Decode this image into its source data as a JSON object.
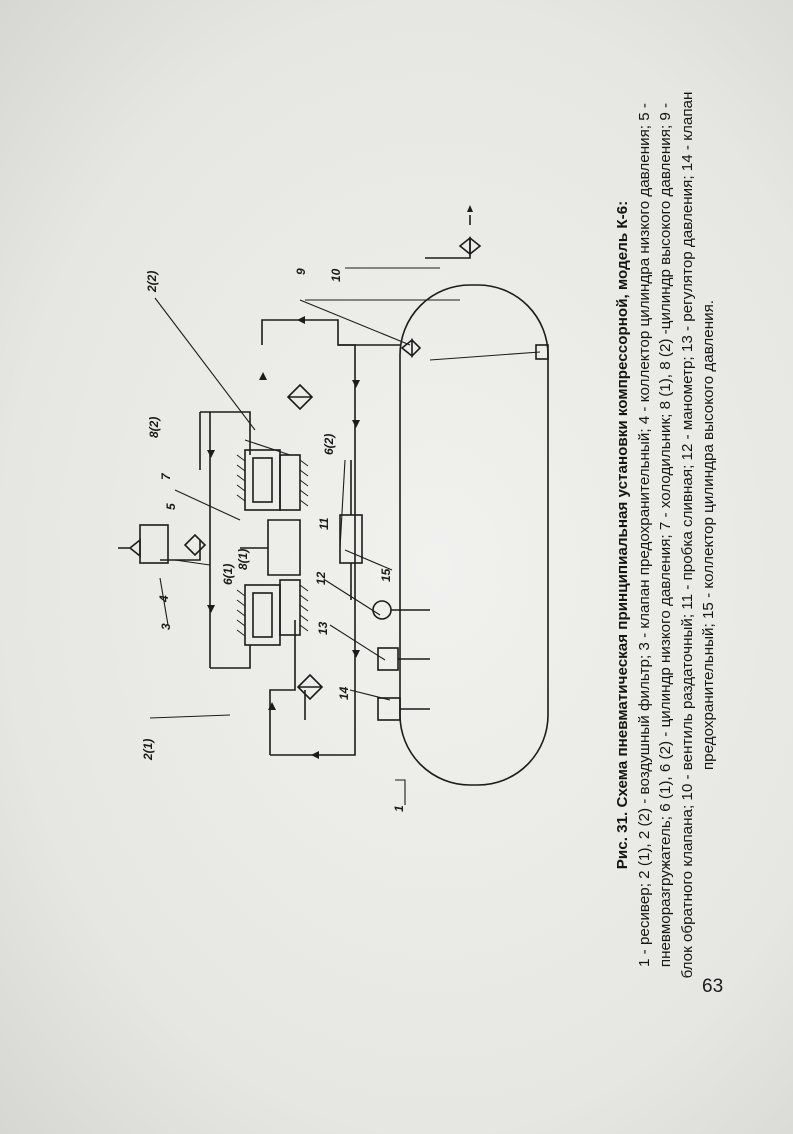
{
  "figure": {
    "title": "Рис. 31. Схема пневматическая принципиальная установки компрессорной, модель К-6:",
    "legend": "1 - ресивер; 2 (1), 2 (2) - воздушный фильтр; 3 - клапан предохранительный; 4 - коллектор цилиндра низкого давления; 5 - пневморазгружатель; 6 (1), 6 (2) - цилиндр низкого давления; 7 - холодильник; 8 (1), 8 (2) -цилиндр высокого давления; 9 - блок обратного клапана; 10 - вентиль раздаточный; 11 - пробка сливная; 12 - манометр; 13 - регулятор давления; 14 - клапан предохранительный; 15 - коллектор цилиндра высокого давления."
  },
  "diagram_labels": {
    "l1": "1",
    "l2_1": "2(1)",
    "l2_2": "2(2)",
    "l3": "3",
    "l4": "4",
    "l5": "5",
    "l6_1": "6(1)",
    "l6_2": "6(2)",
    "l7": "7",
    "l8_1": "8(1)",
    "l8_2": "8(2)",
    "l9": "9",
    "l10": "10",
    "l11": "11",
    "l12": "12",
    "l13": "13",
    "l14": "14",
    "l15": "15"
  },
  "page_number": "63"
}
